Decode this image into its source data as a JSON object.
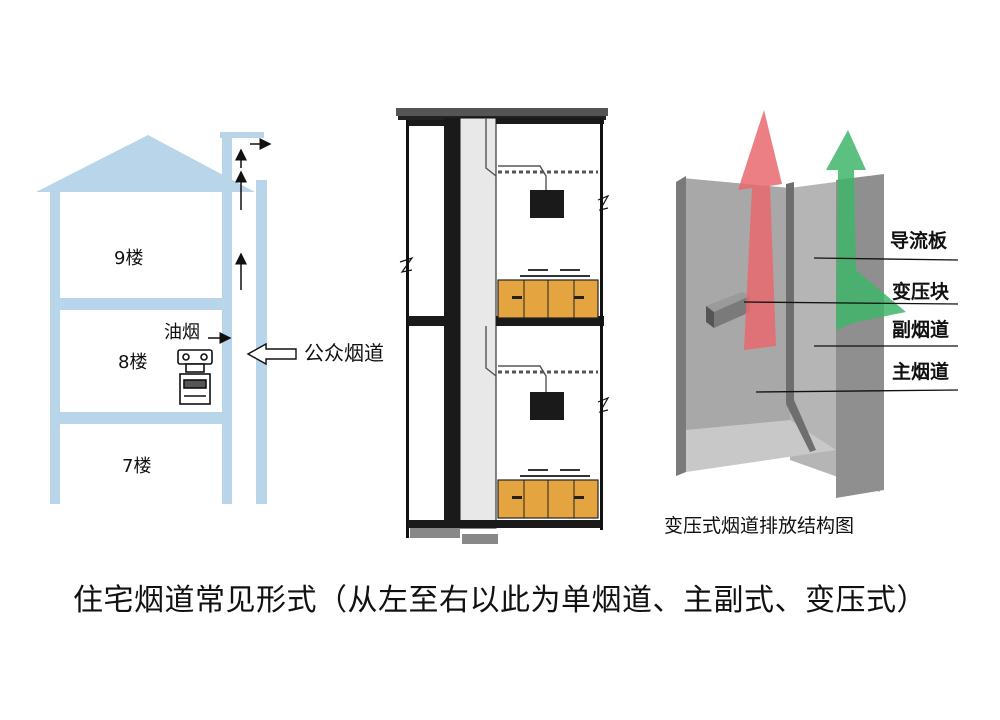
{
  "colors": {
    "wall": "#b9d5ea",
    "cabinet": "#e4a540",
    "red_arrow": "#e8686d",
    "green_arrow": "#3fb56a",
    "shaft_gray": "#9a9a9a",
    "ink": "#111111"
  },
  "left_diagram": {
    "floor_9": "9楼",
    "floor_8": "8楼",
    "floor_7": "7楼",
    "oil_smoke": "油烟",
    "public_flue": "公众烟道"
  },
  "right_diagram": {
    "deflector": "导流板",
    "transformer_block": "变压块",
    "secondary_flue": "副烟道",
    "main_flue": "主烟道",
    "title": "变压式烟道排放结构图"
  },
  "caption": "住宅烟道常见形式（从左至右以此为单烟道、主副式、变压式）"
}
